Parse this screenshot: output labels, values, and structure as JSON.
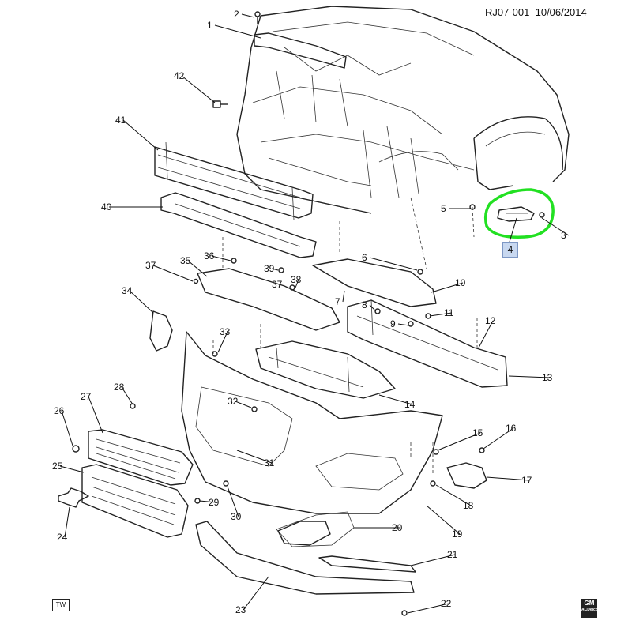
{
  "header": {
    "ref_id": "RJ07-001",
    "date": "10/06/2014"
  },
  "highlight": {
    "color": "#22e022",
    "part": "4"
  },
  "badges": {
    "tw": "TW",
    "gm": "GM",
    "gm_sub": "ACDelco"
  },
  "callouts": [
    "1",
    "2",
    "3",
    "4",
    "5",
    "6",
    "7",
    "8",
    "9",
    "10",
    "11",
    "12",
    "13",
    "14",
    "15",
    "16",
    "17",
    "18",
    "19",
    "20",
    "21",
    "22",
    "23",
    "24",
    "25",
    "26",
    "27",
    "28",
    "29",
    "30",
    "31",
    "32",
    "33",
    "34",
    "35",
    "36",
    "37",
    "38",
    "39",
    "40",
    "41",
    "42"
  ]
}
